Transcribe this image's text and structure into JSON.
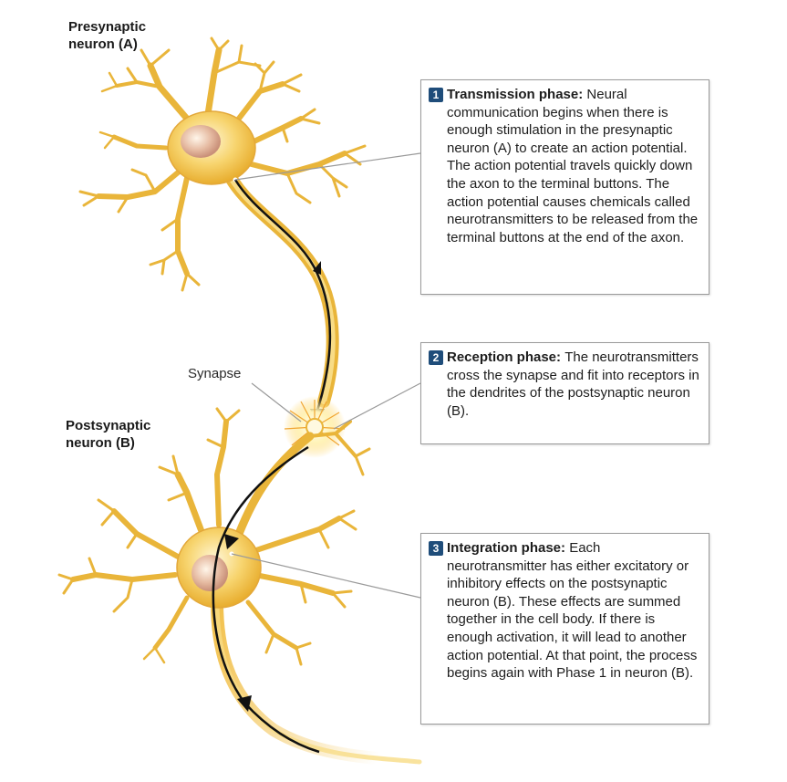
{
  "labels": {
    "presynaptic": [
      "Presynaptic",
      "neuron (A)"
    ],
    "postsynaptic": [
      "Postsynaptic",
      "neuron (B)"
    ],
    "synapse": "Synapse"
  },
  "boxes": [
    {
      "number": "1",
      "title": "Transmission phase:",
      "body": "Neural communication begins when there is enough stimulation in the presynaptic neuron (A) to create an action potential. The action potential travels quickly down the axon to the terminal buttons. The action potential causes chemicals called neurotransmitters to be released from the terminal buttons at the end of the axon."
    },
    {
      "number": "2",
      "title": "Reception phase:",
      "body": "The neurotransmitters cross the synapse and fit into receptors in the dendrites of the postsynaptic neuron (B)."
    },
    {
      "number": "3",
      "title": "Integration phase:",
      "body": "Each neurotransmitter has either excitatory or inhibitory effects on the postsynaptic neuron (B). These effects are summed together in the cell body. If there is enough activation, it will lead to another action potential. At that point, the process begins again with Phase 1 in neuron (B)."
    }
  ],
  "colors": {
    "neuron_fill": "#f2c04a",
    "neuron_stroke": "#d49a1e",
    "soma_light": "#fff4c8",
    "nucleus": "#d9a891",
    "arrow": "#111111",
    "badge": "#1f4d7a",
    "leader_line": "#9a9a9a"
  }
}
